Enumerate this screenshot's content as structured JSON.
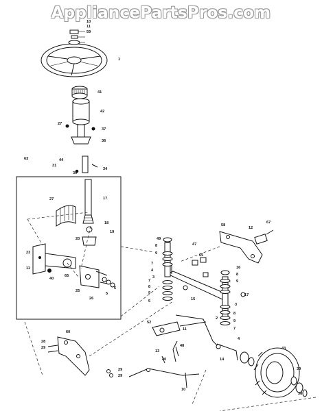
{
  "watermark": "AppliancePartsPros.com",
  "diagram": {
    "callouts": [
      {
        "id": "c-10",
        "text": "10"
      },
      {
        "id": "c-11",
        "text": "11"
      },
      {
        "id": "c-59",
        "text": "59"
      },
      {
        "id": "c-1",
        "text": "1"
      },
      {
        "id": "c-41",
        "text": "41"
      },
      {
        "id": "c-42",
        "text": "42"
      },
      {
        "id": "c-27a",
        "text": "27"
      },
      {
        "id": "c-37",
        "text": "37"
      },
      {
        "id": "c-36",
        "text": "36"
      },
      {
        "id": "c-34",
        "text": "34"
      },
      {
        "id": "c-44",
        "text": "44"
      },
      {
        "id": "c-31",
        "text": "31"
      },
      {
        "id": "c-30",
        "text": "30"
      },
      {
        "id": "c-63",
        "text": "63"
      },
      {
        "id": "c-27b",
        "text": "27"
      },
      {
        "id": "c-17",
        "text": "17"
      },
      {
        "id": "c-18",
        "text": "18"
      },
      {
        "id": "c-19",
        "text": "19"
      },
      {
        "id": "c-20",
        "text": "20"
      },
      {
        "id": "c-23",
        "text": "23"
      },
      {
        "id": "c-11b",
        "text": "11"
      },
      {
        "id": "c-40a",
        "text": "40"
      },
      {
        "id": "c-65a",
        "text": "65"
      },
      {
        "id": "c-25",
        "text": "25"
      },
      {
        "id": "c-26",
        "text": "26"
      },
      {
        "id": "c-5",
        "text": "5"
      },
      {
        "id": "c-6",
        "text": "6"
      },
      {
        "id": "c-58",
        "text": "58"
      },
      {
        "id": "c-12",
        "text": "12"
      },
      {
        "id": "c-67",
        "text": "67"
      },
      {
        "id": "c-49",
        "text": "49"
      },
      {
        "id": "c-8a",
        "text": "8"
      },
      {
        "id": "c-9a",
        "text": "9"
      },
      {
        "id": "c-47",
        "text": "47"
      },
      {
        "id": "c-65b",
        "text": "65"
      },
      {
        "id": "c-7a",
        "text": "7"
      },
      {
        "id": "c-4a",
        "text": "4"
      },
      {
        "id": "c-3a",
        "text": "3"
      },
      {
        "id": "c-16",
        "text": "16"
      },
      {
        "id": "c-8b",
        "text": "8"
      },
      {
        "id": "c-9b",
        "text": "9"
      },
      {
        "id": "c-7b",
        "text": "7"
      },
      {
        "id": "c-8c",
        "text": "8"
      },
      {
        "id": "c-9c",
        "text": "9"
      },
      {
        "id": "c-5b",
        "text": "5"
      },
      {
        "id": "c-15",
        "text": "15"
      },
      {
        "id": "c-17b",
        "text": "17"
      },
      {
        "id": "c-3b",
        "text": "3"
      },
      {
        "id": "c-8d",
        "text": "8"
      },
      {
        "id": "c-9d",
        "text": "9"
      },
      {
        "id": "c-7c",
        "text": "7"
      },
      {
        "id": "c-2",
        "text": "2"
      },
      {
        "id": "c-4b",
        "text": "4"
      },
      {
        "id": "c-43",
        "text": "43"
      },
      {
        "id": "c-60",
        "text": "60"
      },
      {
        "id": "c-28",
        "text": "28"
      },
      {
        "id": "c-29a",
        "text": "29"
      },
      {
        "id": "c-29b",
        "text": "29"
      },
      {
        "id": "c-29c",
        "text": "29"
      },
      {
        "id": "c-52",
        "text": "52"
      },
      {
        "id": "c-11c",
        "text": "11"
      },
      {
        "id": "c-48",
        "text": "48"
      },
      {
        "id": "c-13",
        "text": "13"
      },
      {
        "id": "c-40b",
        "text": "40"
      },
      {
        "id": "c-10b",
        "text": "10"
      },
      {
        "id": "c-14",
        "text": "14"
      },
      {
        "id": "c-39",
        "text": "39"
      },
      {
        "id": "c-38",
        "text": "38"
      }
    ]
  }
}
